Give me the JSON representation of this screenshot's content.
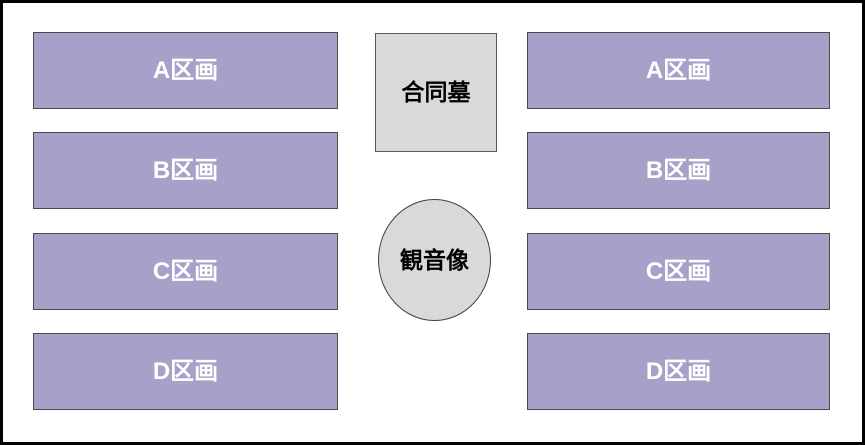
{
  "map": {
    "left_sections": [
      {
        "label": "A区画"
      },
      {
        "label": "B区画"
      },
      {
        "label": "C区画"
      },
      {
        "label": "D区画"
      }
    ],
    "right_sections": [
      {
        "label": "A区画"
      },
      {
        "label": "B区画"
      },
      {
        "label": "C区画"
      },
      {
        "label": "D区画"
      }
    ],
    "landmarks": {
      "communal_grave": "合同墓",
      "kannon_statue": "観音像"
    },
    "colors": {
      "background": "#ffffff",
      "frame_border": "#000000",
      "section_fill": "#a8a0c8",
      "section_border": "#4a4a4a",
      "section_text": "#ffffff",
      "landmark_fill": "#d9d9d9",
      "landmark_border": "#595959",
      "circle_border": "#404040",
      "landmark_text": "#000000"
    }
  }
}
